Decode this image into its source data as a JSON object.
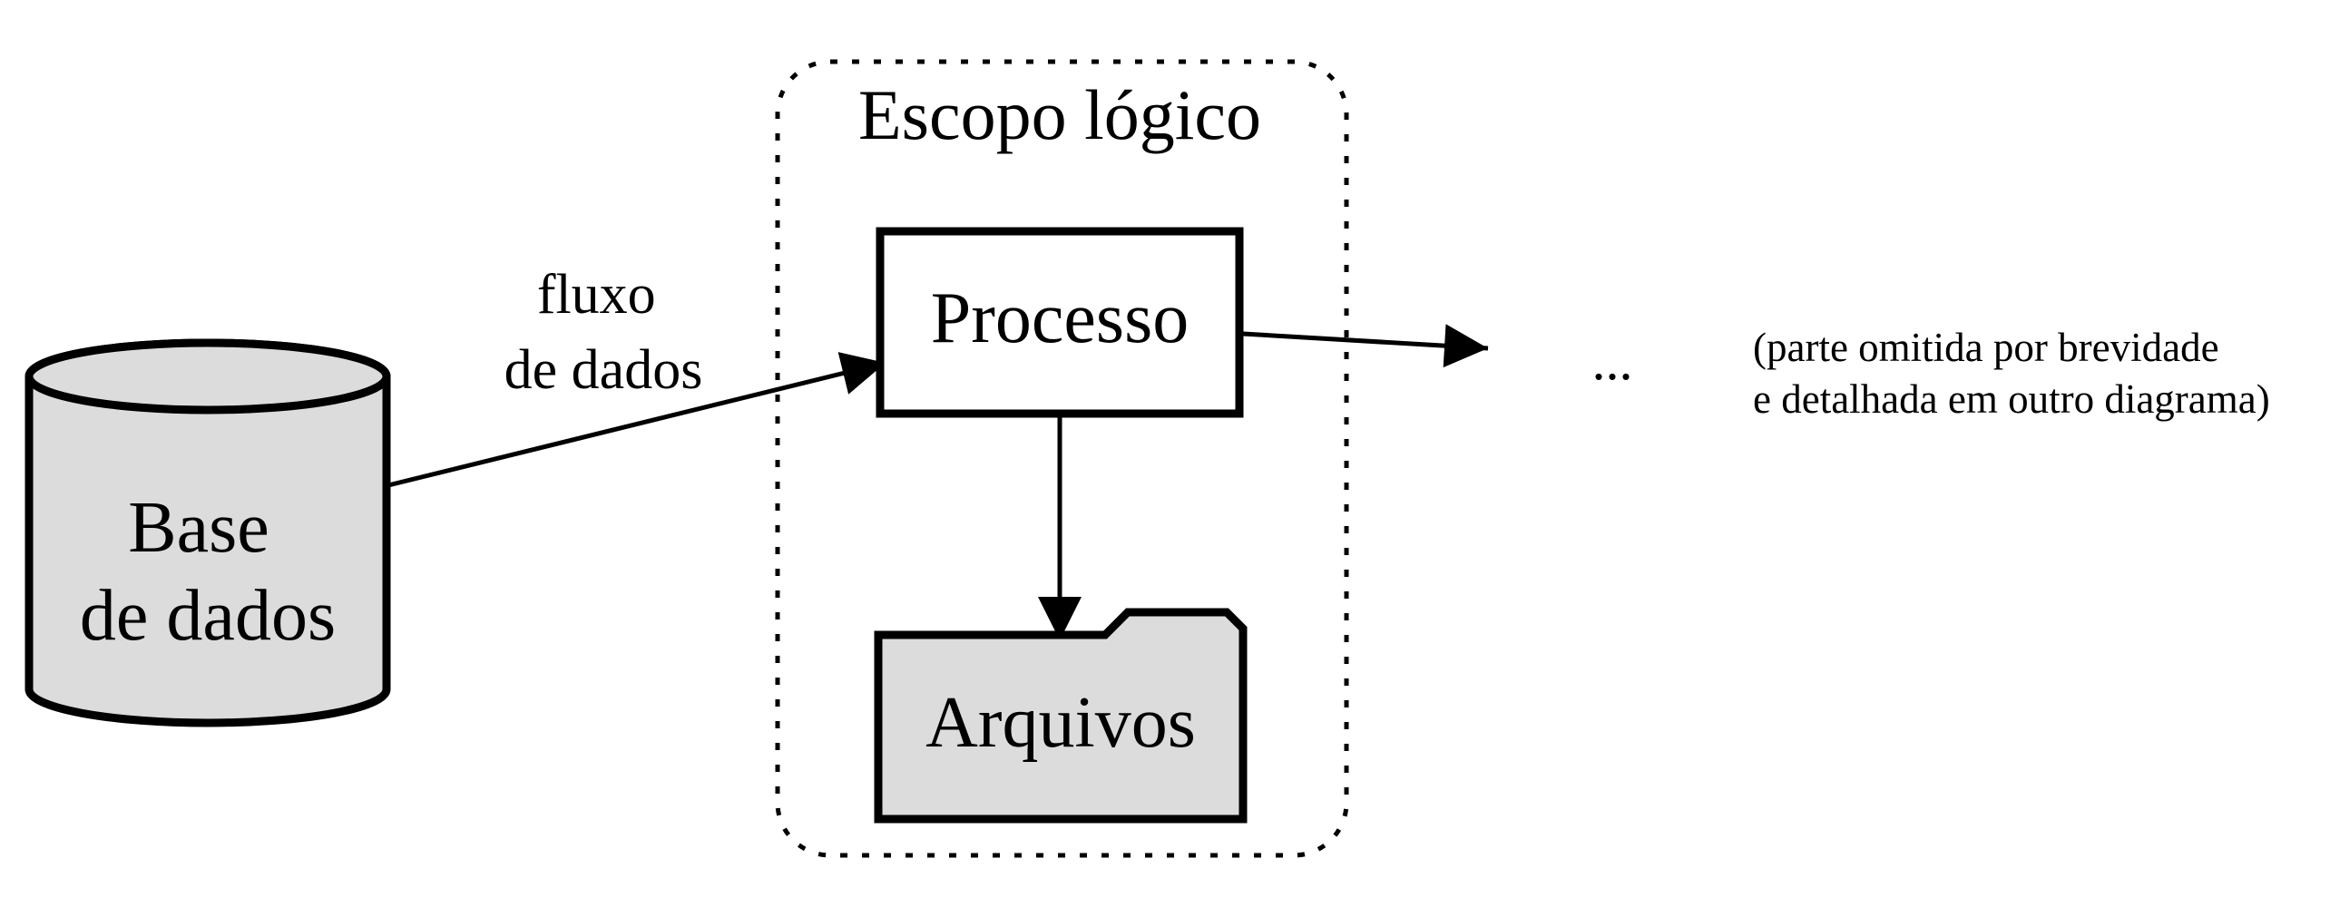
{
  "nodes": {
    "database": {
      "line1": "Base",
      "line2": "de dados",
      "shape": "cylinder",
      "fill": "#dcdcdc"
    },
    "process": {
      "label": "Processo",
      "shape": "rectangle",
      "fill": "#ffffff"
    },
    "files": {
      "label": "Arquivos",
      "shape": "folder",
      "fill": "#dcdcdc"
    },
    "continuation": {
      "label": "..."
    }
  },
  "group": {
    "label": "Escopo lógico",
    "border_style": "dotted"
  },
  "edges": {
    "db_to_process": {
      "line1": "fluxo",
      "line2": "de dados"
    },
    "process_to_files": {},
    "process_to_continuation": {}
  },
  "note": {
    "line1": "(parte omitida por brevidade",
    "line2": "e detalhada em outro diagrama)"
  },
  "colors": {
    "stroke": "#000000",
    "shape_fill": "#dcdcdc",
    "background": "#ffffff"
  }
}
